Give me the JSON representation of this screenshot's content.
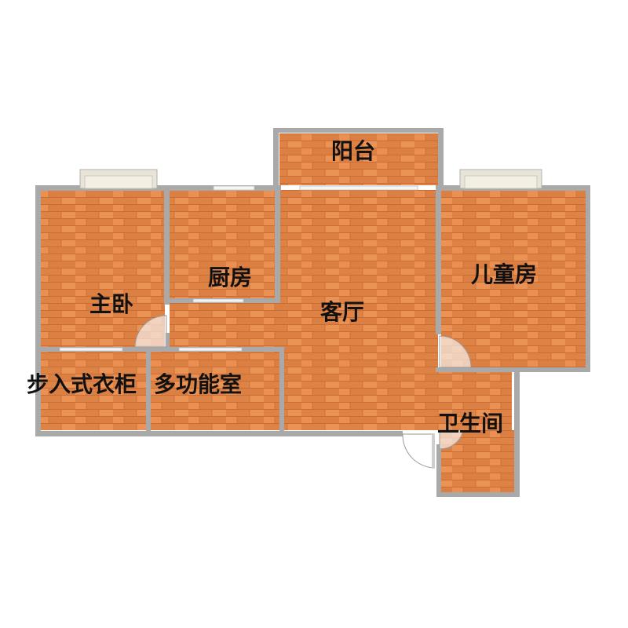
{
  "floor_plan": {
    "rooms": [
      {
        "id": "balcony",
        "label": "阳台"
      },
      {
        "id": "master-bedroom",
        "label": "主卧"
      },
      {
        "id": "kitchen",
        "label": "厨房"
      },
      {
        "id": "living-room",
        "label": "客厅"
      },
      {
        "id": "kids-room",
        "label": "儿童房"
      },
      {
        "id": "walk-in-closet",
        "label": "步入式衣柜"
      },
      {
        "id": "multi-function-room",
        "label": "多功能室"
      },
      {
        "id": "bathroom",
        "label": "卫生间"
      }
    ],
    "colors": {
      "floor": "#e4884a",
      "floor_dark": "#d67a3f",
      "wall": "#a9a9a9",
      "window": "#f3efe2",
      "door_arc": "#9a9a9a"
    }
  }
}
